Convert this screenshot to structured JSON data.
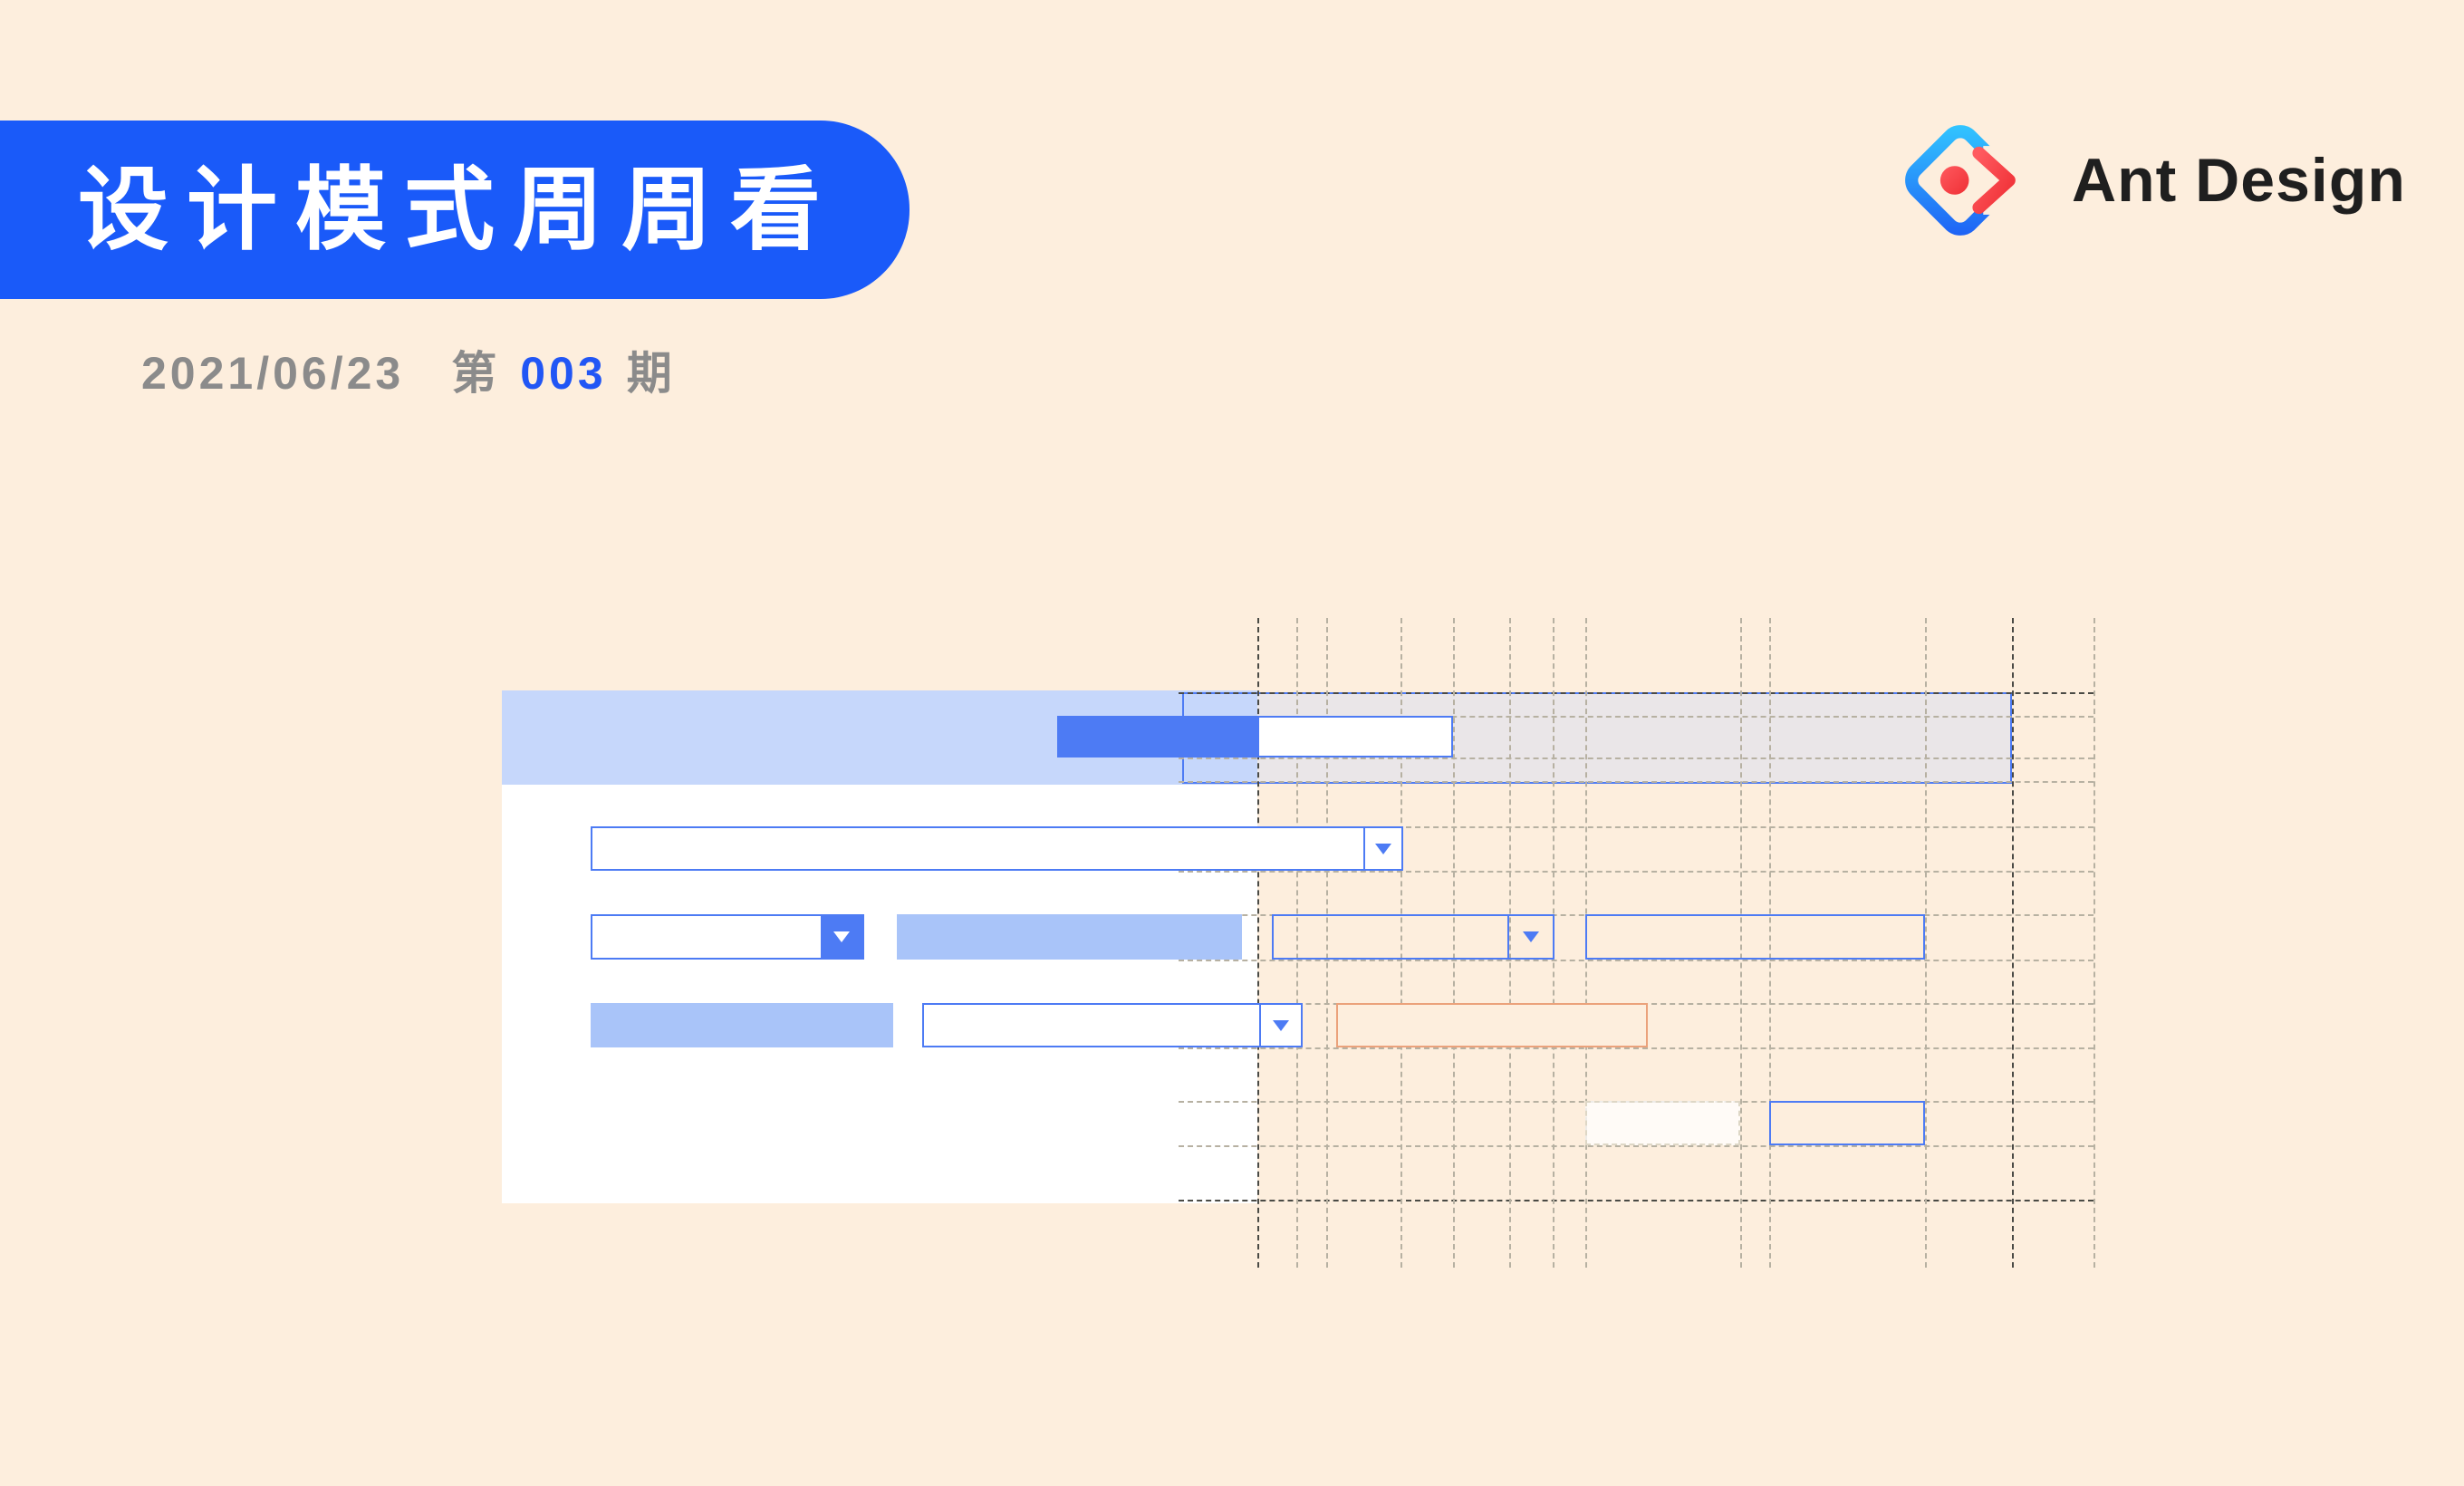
{
  "banner": {
    "title": "设计模式周周看"
  },
  "meta": {
    "date": "2021/06/23",
    "issue_prefix": "第",
    "issue_number": "003",
    "issue_suffix": "期"
  },
  "brand": {
    "name": "Ant Design",
    "logo_icon": "ant-design-logo"
  },
  "colors": {
    "bg": "#fdeedd",
    "banner-blue": "#1a5af9",
    "issue-blue": "#2156f5",
    "text-gray": "#8b8b8b",
    "brand-black": "#1f1f1f",
    "accent-blue": "#4d7bf4",
    "header-blue": "#c6d7fb",
    "light-blue-fill": "#a9c4f9",
    "orange": "#eba27b",
    "dash-light": "#b7b1a2",
    "dash-dark": "#4a4a45"
  }
}
